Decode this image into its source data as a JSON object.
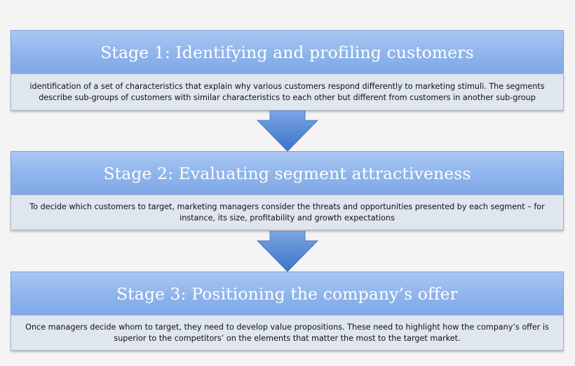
{
  "stages": [
    {
      "title": "Stage 1: Identifying and profiling customers",
      "description": "identification of a set of characteristics that explain why various customers respond differently to marketing stimuli. The segments describe sub-groups of customers with similar characteristics to each other but different from customers in another sub-group"
    },
    {
      "title": "Stage 2: Evaluating segment attractiveness",
      "description": "To decide which customers to target, marketing managers consider the threats and opportunities presented by each segment – for instance, its size, profitability and growth expectations"
    },
    {
      "title": "Stage 3: Positioning the company’s offer",
      "description": "Once managers decide whom to target, they need to develop value propositions. These need to highlight how the company’s offer is superior to the competitors’ on the elements that matter the most to the target market."
    }
  ],
  "colors": {
    "header_top": "#a9c7f2",
    "header_bottom": "#7fa8e6",
    "body_fill": "#dfe6ef",
    "arrow_top": "#6f9ee0",
    "arrow_bottom": "#3f74c8"
  }
}
